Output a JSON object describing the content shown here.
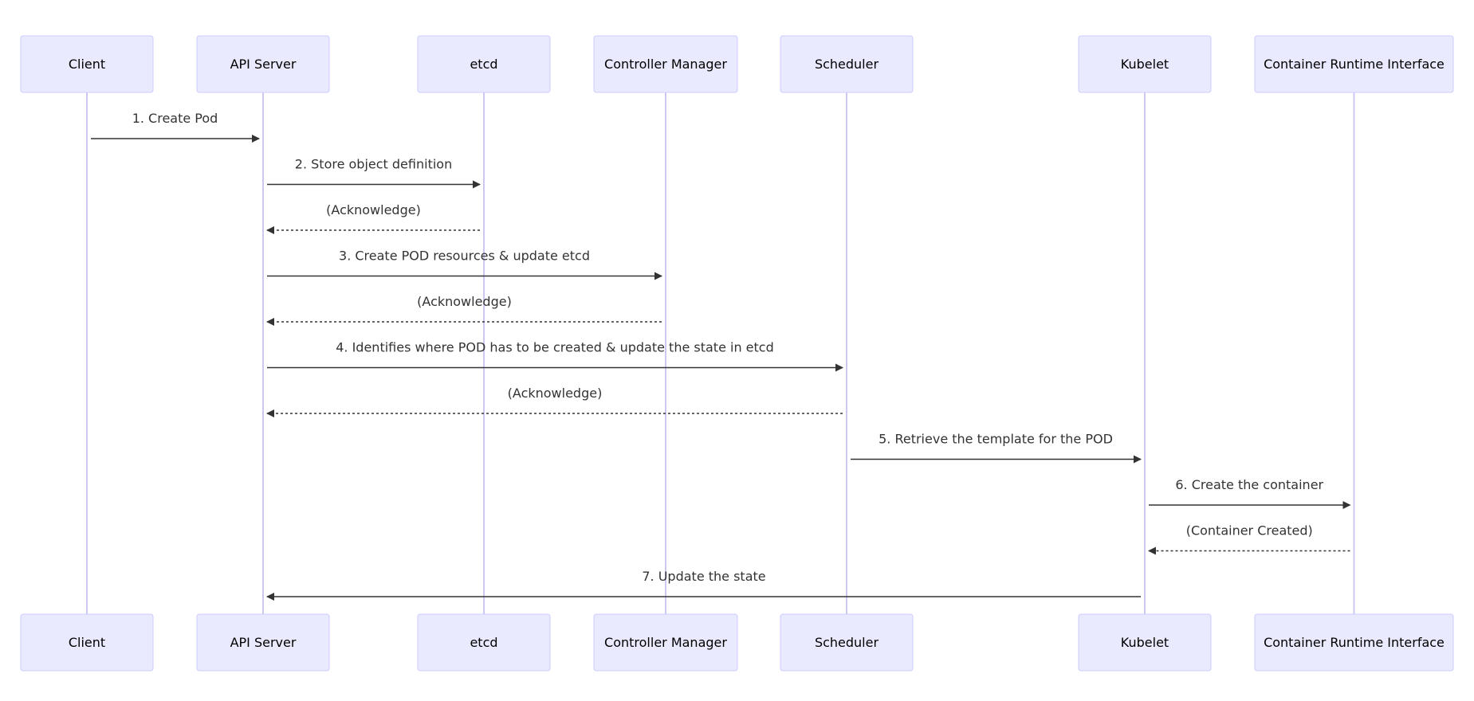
{
  "actors": [
    {
      "id": "client",
      "label": "Client"
    },
    {
      "id": "api",
      "label": "API Server"
    },
    {
      "id": "etcd",
      "label": "etcd"
    },
    {
      "id": "cm",
      "label": "Controller Manager"
    },
    {
      "id": "sched",
      "label": "Scheduler"
    },
    {
      "id": "kubelet",
      "label": "Kubelet"
    },
    {
      "id": "cri",
      "label": "Container Runtime Interface"
    }
  ],
  "messages": [
    {
      "from": "client",
      "to": "api",
      "text": "1. Create Pod",
      "dashed": false
    },
    {
      "from": "api",
      "to": "etcd",
      "text": "2. Store object definition",
      "dashed": false
    },
    {
      "from": "etcd",
      "to": "api",
      "text": "(Acknowledge)",
      "dashed": true
    },
    {
      "from": "api",
      "to": "cm",
      "text": "3. Create POD resources & update etcd",
      "dashed": false
    },
    {
      "from": "cm",
      "to": "api",
      "text": "(Acknowledge)",
      "dashed": true
    },
    {
      "from": "api",
      "to": "sched",
      "text": "4. Identifies where POD has to be created & update the state in etcd",
      "dashed": false
    },
    {
      "from": "sched",
      "to": "api",
      "text": "(Acknowledge)",
      "dashed": true
    },
    {
      "from": "sched",
      "to": "kubelet",
      "text": "5. Retrieve the template for the POD",
      "dashed": false
    },
    {
      "from": "kubelet",
      "to": "cri",
      "text": "6. Create the container",
      "dashed": false
    },
    {
      "from": "cri",
      "to": "kubelet",
      "text": "(Container Created)",
      "dashed": true
    },
    {
      "from": "kubelet",
      "to": "api",
      "text": "7. Update the state",
      "dashed": false
    }
  ],
  "colors": {
    "actor_fill": "#eaeaff",
    "actor_stroke": "#ccccff",
    "lifeline": "#ccc8f2",
    "message": "#333333"
  }
}
